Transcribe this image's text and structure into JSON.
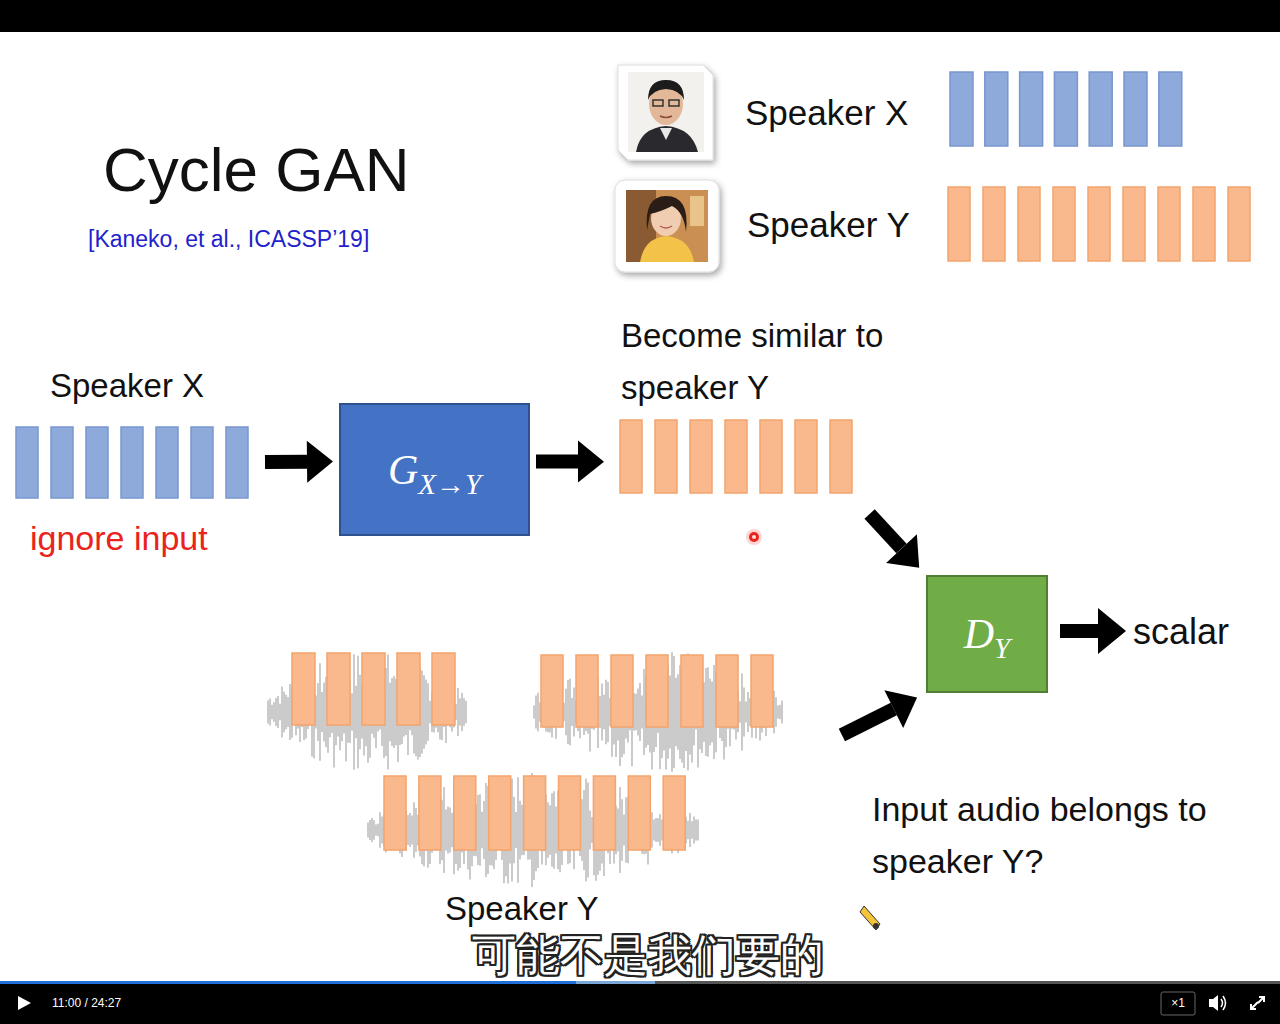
{
  "diagram": {
    "title": "Cycle GAN",
    "nodes": [
      {
        "text": [
          "Speaker X"
        ]
      },
      {
        "text": [
          "GX→Y"
        ]
      },
      {
        "text": [
          "Become similar to speaker Y"
        ]
      },
      {
        "text": [
          "DY"
        ]
      },
      {
        "text": [
          "Speaker Y"
        ]
      }
    ],
    "edges": [
      {
        "from": 0,
        "to": 1,
        "arrow": "to"
      },
      {
        "from": 1,
        "to": 2,
        "arrow": "to"
      },
      {
        "from": 2,
        "to": 3,
        "arrow": "to"
      },
      {
        "from": 4,
        "to": 3,
        "arrow": "to"
      }
    ],
    "labels": [
      "[Kaneko, et al., ICASSP’19]",
      "Speaker X",
      "Speaker Y",
      "ignore input",
      "scalar",
      "Input audio belongs to speaker Y?",
      "可能不是我们要的",
      "11:00 / 24:27",
      "×1"
    ]
  }
}
